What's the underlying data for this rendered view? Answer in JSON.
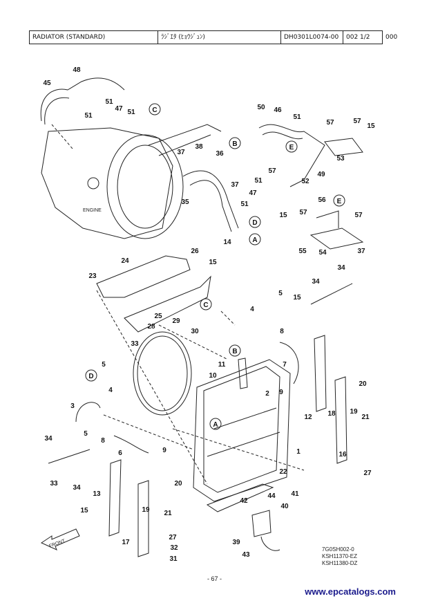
{
  "header": {
    "title_en": "RADIATOR (STANDARD)",
    "title_jp": "ﾗｼﾞｴﾀ (ﾋｮｳｼﾞｭﾝ)",
    "doc_code": "DH0301L0074-00",
    "page_ref": "002  1/2",
    "index": "000"
  },
  "labels": {
    "engine": "ENGINE",
    "front": "FRONT"
  },
  "callouts": [
    "45",
    "48",
    "51",
    "47",
    "51",
    "51",
    "50",
    "46",
    "51",
    "57",
    "57",
    "15",
    "53",
    "49",
    "52",
    "57",
    "51",
    "47",
    "51",
    "15",
    "56",
    "57",
    "57",
    "55",
    "54",
    "37",
    "35",
    "38",
    "37",
    "36",
    "37",
    "14",
    "24",
    "26",
    "15",
    "23",
    "25",
    "28",
    "29",
    "30",
    "33",
    "34",
    "34",
    "15",
    "5",
    "4",
    "8",
    "7",
    "11",
    "10",
    "9",
    "2",
    "12",
    "18",
    "20",
    "19",
    "21",
    "3",
    "4",
    "5",
    "5",
    "8",
    "6",
    "9",
    "1",
    "16",
    "27",
    "34",
    "33",
    "34",
    "13",
    "19",
    "20",
    "21",
    "15",
    "22",
    "42",
    "44",
    "41",
    "40",
    "39",
    "43",
    "17",
    "27",
    "32",
    "31"
  ],
  "references": [
    "7G0SH002-0",
    "KSH11370-EZ",
    "KSH11380-DZ"
  ],
  "page_number": "- 67 -",
  "watermark": "www.epcatalogs.com"
}
